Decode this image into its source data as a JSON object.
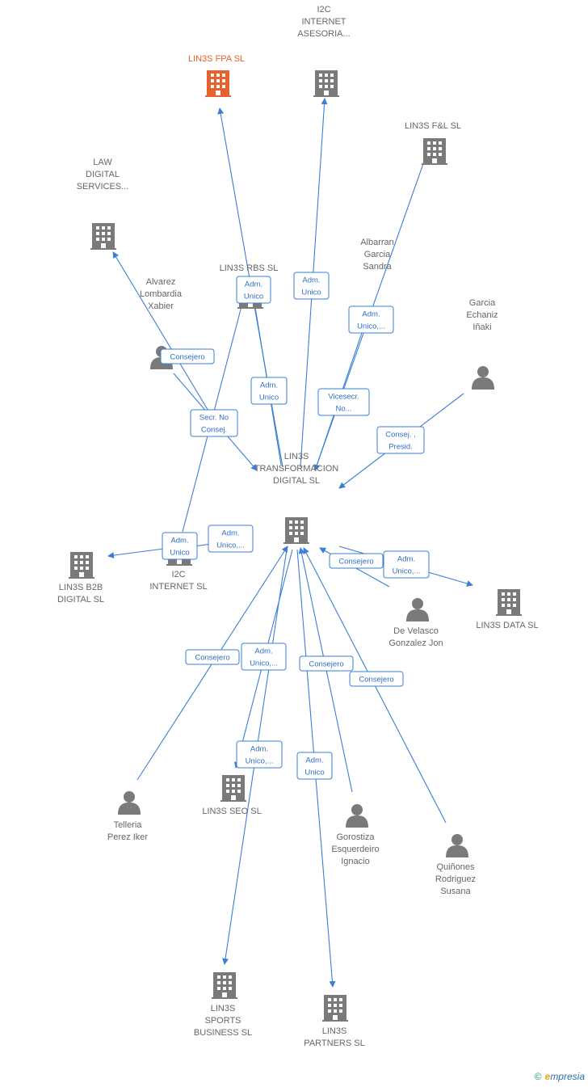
{
  "colors": {
    "edge": "#3a7fd5",
    "node": "#7a7a7a",
    "focus": "#e8612c"
  },
  "nodes": [
    {
      "id": "center",
      "type": "company",
      "lines": [
        "LIN3S",
        "TRANSFORMACION",
        "DIGITAL  SL"
      ]
    },
    {
      "id": "fpa",
      "type": "company",
      "focus": true,
      "lines": [
        "LIN3S FPA  SL"
      ]
    },
    {
      "id": "i2c_ases",
      "type": "company",
      "lines": [
        "I2C",
        "INTERNET",
        "ASESORIA..."
      ]
    },
    {
      "id": "fl",
      "type": "company",
      "lines": [
        "LIN3S F&L  SL"
      ]
    },
    {
      "id": "law",
      "type": "company",
      "lines": [
        "LAW",
        "DIGITAL",
        "SERVICES..."
      ]
    },
    {
      "id": "rbs",
      "type": "company",
      "lines": [
        "LIN3S RBS  SL"
      ]
    },
    {
      "id": "albarran",
      "type": "person",
      "lines": [
        "Albarran",
        "Garcia",
        "Sandra"
      ]
    },
    {
      "id": "alvarez",
      "type": "person",
      "lines": [
        "Alvarez",
        "Lombardia",
        "Xabier"
      ]
    },
    {
      "id": "garcia",
      "type": "person",
      "lines": [
        "Garcia",
        "Echaniz",
        "Iñaki"
      ]
    },
    {
      "id": "b2b",
      "type": "company",
      "lines": [
        "LIN3S B2B",
        "DIGITAL  SL"
      ]
    },
    {
      "id": "i2c",
      "type": "company",
      "lines": [
        "I2C",
        "INTERNET SL"
      ]
    },
    {
      "id": "develasco",
      "type": "person",
      "lines": [
        "De Velasco",
        "Gonzalez Jon"
      ]
    },
    {
      "id": "data",
      "type": "company",
      "lines": [
        "LIN3S DATA  SL"
      ]
    },
    {
      "id": "seo",
      "type": "company",
      "lines": [
        "LIN3S SEO  SL"
      ]
    },
    {
      "id": "telleria",
      "type": "person",
      "lines": [
        "Telleria",
        "Perez Iker"
      ]
    },
    {
      "id": "gorostiza",
      "type": "person",
      "lines": [
        "Gorostiza",
        "Esquerdeiro",
        "Ignacio"
      ]
    },
    {
      "id": "quinones",
      "type": "person",
      "lines": [
        "Quiñones",
        "Rodriguez",
        "Susana"
      ]
    },
    {
      "id": "sports",
      "type": "company",
      "lines": [
        "LIN3S",
        "SPORTS",
        "BUSINESS  SL"
      ]
    },
    {
      "id": "partners",
      "type": "company",
      "lines": [
        "LIN3S",
        "PARTNERS  SL"
      ]
    }
  ],
  "edges": [
    {
      "id": "e1",
      "lines": [
        "Adm.",
        "Unico"
      ]
    },
    {
      "id": "e2",
      "lines": [
        "Adm.",
        "Unico"
      ]
    },
    {
      "id": "e3",
      "lines": [
        "Adm.",
        "Unico,..."
      ]
    },
    {
      "id": "e4",
      "lines": [
        "Consejero"
      ]
    },
    {
      "id": "e5",
      "lines": [
        "Adm.",
        "Unico"
      ]
    },
    {
      "id": "e6",
      "lines": [
        "Vicesecr.",
        "No..."
      ]
    },
    {
      "id": "e7",
      "lines": [
        "Secr.  No",
        "Consej."
      ]
    },
    {
      "id": "e8",
      "lines": [
        "Consej. ,",
        "Presid."
      ]
    },
    {
      "id": "e9",
      "lines": [
        "Adm.",
        "Unico,..."
      ]
    },
    {
      "id": "e10",
      "lines": [
        "Adm.",
        "Unico"
      ]
    },
    {
      "id": "e11",
      "lines": [
        "Consejero"
      ]
    },
    {
      "id": "e12",
      "lines": [
        "Adm.",
        "Unico,..."
      ]
    },
    {
      "id": "e13",
      "lines": [
        "Consejero"
      ]
    },
    {
      "id": "e14",
      "lines": [
        "Adm.",
        "Unico,..."
      ]
    },
    {
      "id": "e15",
      "lines": [
        "Consejero"
      ]
    },
    {
      "id": "e16",
      "lines": [
        "Consejero"
      ]
    },
    {
      "id": "e17",
      "lines": [
        "Adm.",
        "Unico,..."
      ]
    },
    {
      "id": "e18",
      "lines": [
        "Adm.",
        "Unico"
      ]
    }
  ],
  "footer": {
    "copyright": "©",
    "brand_initial": "e",
    "brand_rest": "mpresia"
  }
}
